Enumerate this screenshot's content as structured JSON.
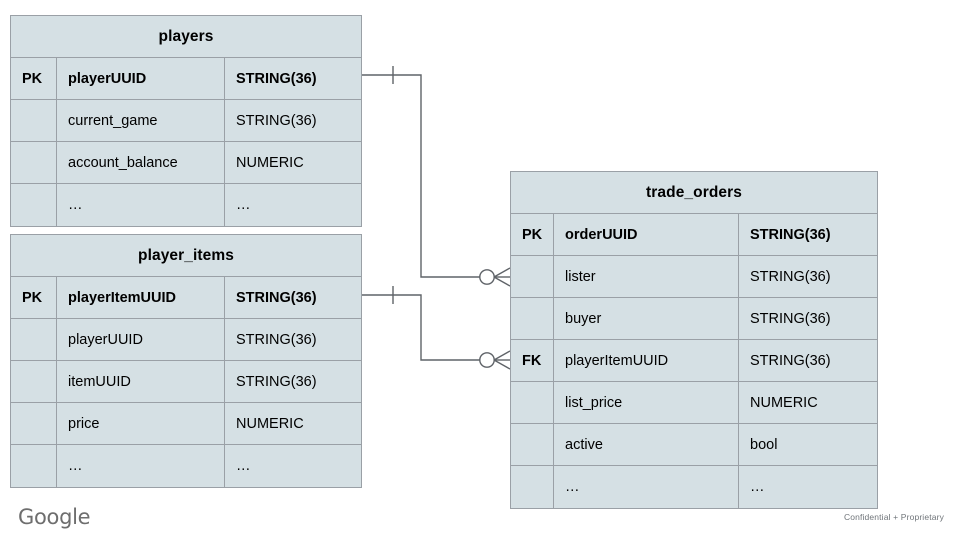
{
  "diagram": {
    "type": "entity-relationship-diagram",
    "colors": {
      "entity_fill": "#d5e0e4",
      "entity_border": "#9aa0a6",
      "connector": "#5f6368",
      "text": "#000000",
      "footer_text": "#70757a",
      "logo_text": "#6e6e6e"
    },
    "columns": [
      "key",
      "name",
      "type"
    ]
  },
  "entities": [
    {
      "id": "players",
      "title": "players",
      "attributes": [
        {
          "key": "PK",
          "name": "playerUUID",
          "type": "STRING(36)",
          "pk": true
        },
        {
          "key": "",
          "name": "current_game",
          "type": "STRING(36)",
          "pk": false
        },
        {
          "key": "",
          "name": "account_balance",
          "type": "NUMERIC",
          "pk": false
        },
        {
          "key": "",
          "name": "…",
          "type": "…",
          "pk": false
        }
      ]
    },
    {
      "id": "player_items",
      "title": "player_items",
      "attributes": [
        {
          "key": "PK",
          "name": "playerItemUUID",
          "type": "STRING(36)",
          "pk": true
        },
        {
          "key": "",
          "name": "playerUUID",
          "type": "STRING(36)",
          "pk": false
        },
        {
          "key": "",
          "name": "itemUUID",
          "type": "STRING(36)",
          "pk": false
        },
        {
          "key": "",
          "name": "price",
          "type": "NUMERIC",
          "pk": false
        },
        {
          "key": "",
          "name": "…",
          "type": "…",
          "pk": false
        }
      ]
    },
    {
      "id": "trade_orders",
      "title": "trade_orders",
      "attributes": [
        {
          "key": "PK",
          "name": "orderUUID",
          "type": "STRING(36)",
          "pk": true
        },
        {
          "key": "",
          "name": "lister",
          "type": "STRING(36)",
          "pk": false
        },
        {
          "key": "",
          "name": "buyer",
          "type": "STRING(36)",
          "pk": false
        },
        {
          "key": "FK",
          "name": "playerItemUUID",
          "type": "STRING(36)",
          "pk": false
        },
        {
          "key": "",
          "name": "list_price",
          "type": "NUMERIC",
          "pk": false
        },
        {
          "key": "",
          "name": "active",
          "type": "bool",
          "pk": false
        },
        {
          "key": "",
          "name": "…",
          "type": "…",
          "pk": false
        }
      ]
    }
  ],
  "relationships": [
    {
      "id": "players-to-trade-orders",
      "from_entity": "players",
      "from_attribute": "playerUUID",
      "to_entity": "trade_orders",
      "to_attribute": "lister",
      "from_cardinality": "one",
      "to_cardinality": "zero-or-many"
    },
    {
      "id": "player-items-to-trade-orders",
      "from_entity": "player_items",
      "from_attribute": "playerItemUUID",
      "to_entity": "trade_orders",
      "to_attribute": "playerItemUUID",
      "from_cardinality": "one",
      "to_cardinality": "zero-or-many"
    }
  ],
  "footer": {
    "logo": "Google",
    "note": "Confidential + Proprietary"
  }
}
